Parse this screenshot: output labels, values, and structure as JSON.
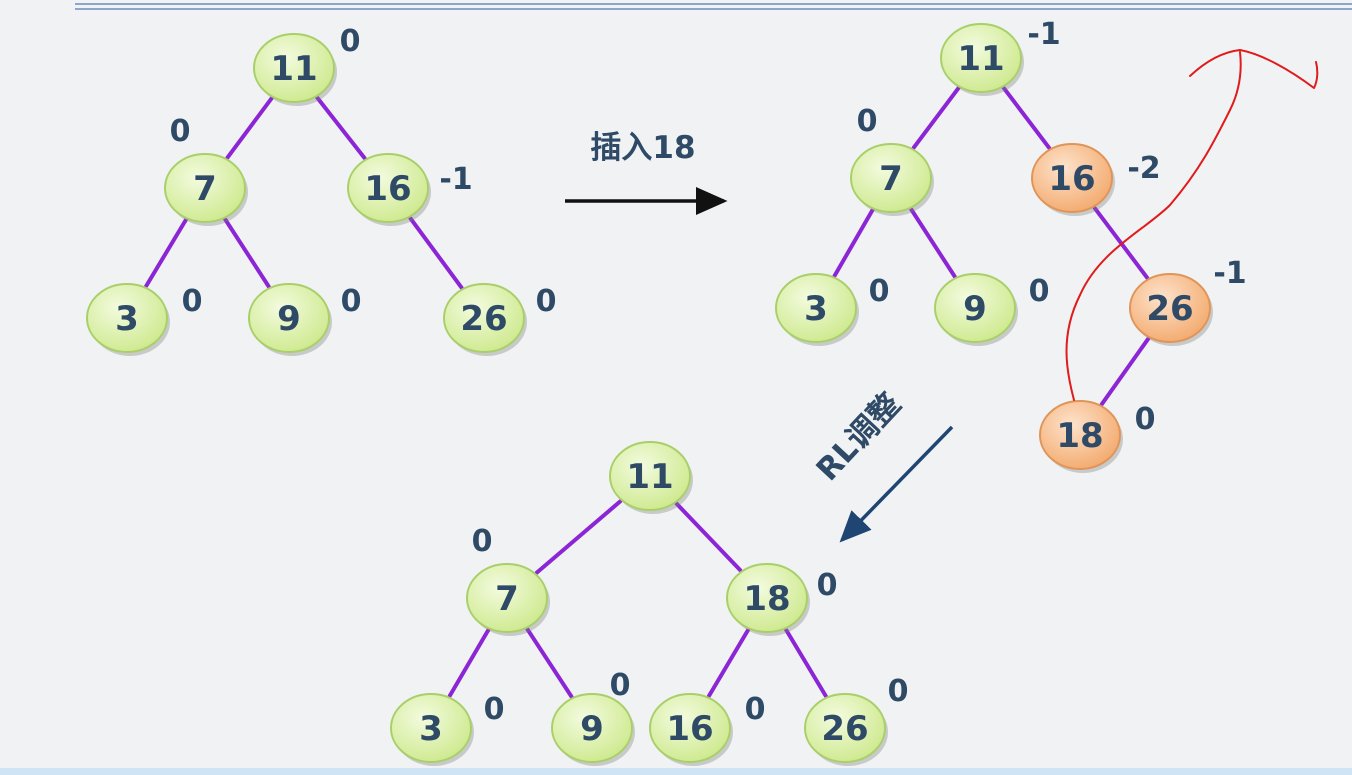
{
  "colors": {
    "background": "#f1f2f3",
    "top_rule": "#8ea6cf",
    "bottom_rule": "#cfe4f5",
    "edge": "#8b25d6",
    "node_normal": "#d8f0a4",
    "node_normal_stroke": "#a9cf6a",
    "node_unbalanced": "#f8bd8c",
    "node_unbalanced_stroke": "#df955a",
    "label": "#2e4a66",
    "annotation": "#e01b1b",
    "arrow_insert": "#111111",
    "arrow_rotate": "#1f4672"
  },
  "steps": {
    "insert": "插入18",
    "rotate": "RL调整"
  },
  "trees": [
    {
      "id": "before",
      "nodes": [
        {
          "id": "a11",
          "value": "11",
          "bf": "0",
          "state": "normal"
        },
        {
          "id": "a7",
          "value": "7",
          "bf": "0",
          "state": "normal"
        },
        {
          "id": "a16",
          "value": "16",
          "bf": "-1",
          "state": "normal"
        },
        {
          "id": "a3",
          "value": "3",
          "bf": "0",
          "state": "normal"
        },
        {
          "id": "a9",
          "value": "9",
          "bf": "0",
          "state": "normal"
        },
        {
          "id": "a26",
          "value": "26",
          "bf": "0",
          "state": "normal"
        }
      ],
      "edges": [
        [
          "a11",
          "a7"
        ],
        [
          "a11",
          "a16"
        ],
        [
          "a7",
          "a3"
        ],
        [
          "a7",
          "a9"
        ],
        [
          "a16",
          "a26"
        ]
      ]
    },
    {
      "id": "after-insert",
      "nodes": [
        {
          "id": "b11",
          "value": "11",
          "bf": "-1",
          "state": "normal"
        },
        {
          "id": "b7",
          "value": "7",
          "bf": "0",
          "state": "normal"
        },
        {
          "id": "b16",
          "value": "16",
          "bf": "-2",
          "state": "unbalanced"
        },
        {
          "id": "b3",
          "value": "3",
          "bf": "0",
          "state": "normal"
        },
        {
          "id": "b9",
          "value": "9",
          "bf": "0",
          "state": "normal"
        },
        {
          "id": "b26",
          "value": "26",
          "bf": "-1",
          "state": "unbalanced"
        },
        {
          "id": "b18",
          "value": "18",
          "bf": "0",
          "state": "unbalanced"
        }
      ],
      "edges": [
        [
          "b11",
          "b7"
        ],
        [
          "b11",
          "b16"
        ],
        [
          "b7",
          "b3"
        ],
        [
          "b7",
          "b9"
        ],
        [
          "b16",
          "b26"
        ],
        [
          "b26",
          "b18"
        ]
      ]
    },
    {
      "id": "after-rotation",
      "nodes": [
        {
          "id": "c11",
          "value": "11",
          "bf": "",
          "state": "normal"
        },
        {
          "id": "c7",
          "value": "7",
          "bf": "0",
          "state": "normal"
        },
        {
          "id": "c18",
          "value": "18",
          "bf": "0",
          "state": "normal"
        },
        {
          "id": "c3",
          "value": "3",
          "bf": "0",
          "state": "normal"
        },
        {
          "id": "c9",
          "value": "9",
          "bf": "0",
          "state": "normal"
        },
        {
          "id": "c16",
          "value": "16",
          "bf": "0",
          "state": "normal"
        },
        {
          "id": "c26",
          "value": "26",
          "bf": "0",
          "state": "normal"
        }
      ],
      "edges": [
        [
          "c11",
          "c7"
        ],
        [
          "c11",
          "c18"
        ],
        [
          "c7",
          "c3"
        ],
        [
          "c7",
          "c9"
        ],
        [
          "c18",
          "c16"
        ],
        [
          "c18",
          "c26"
        ]
      ]
    }
  ]
}
